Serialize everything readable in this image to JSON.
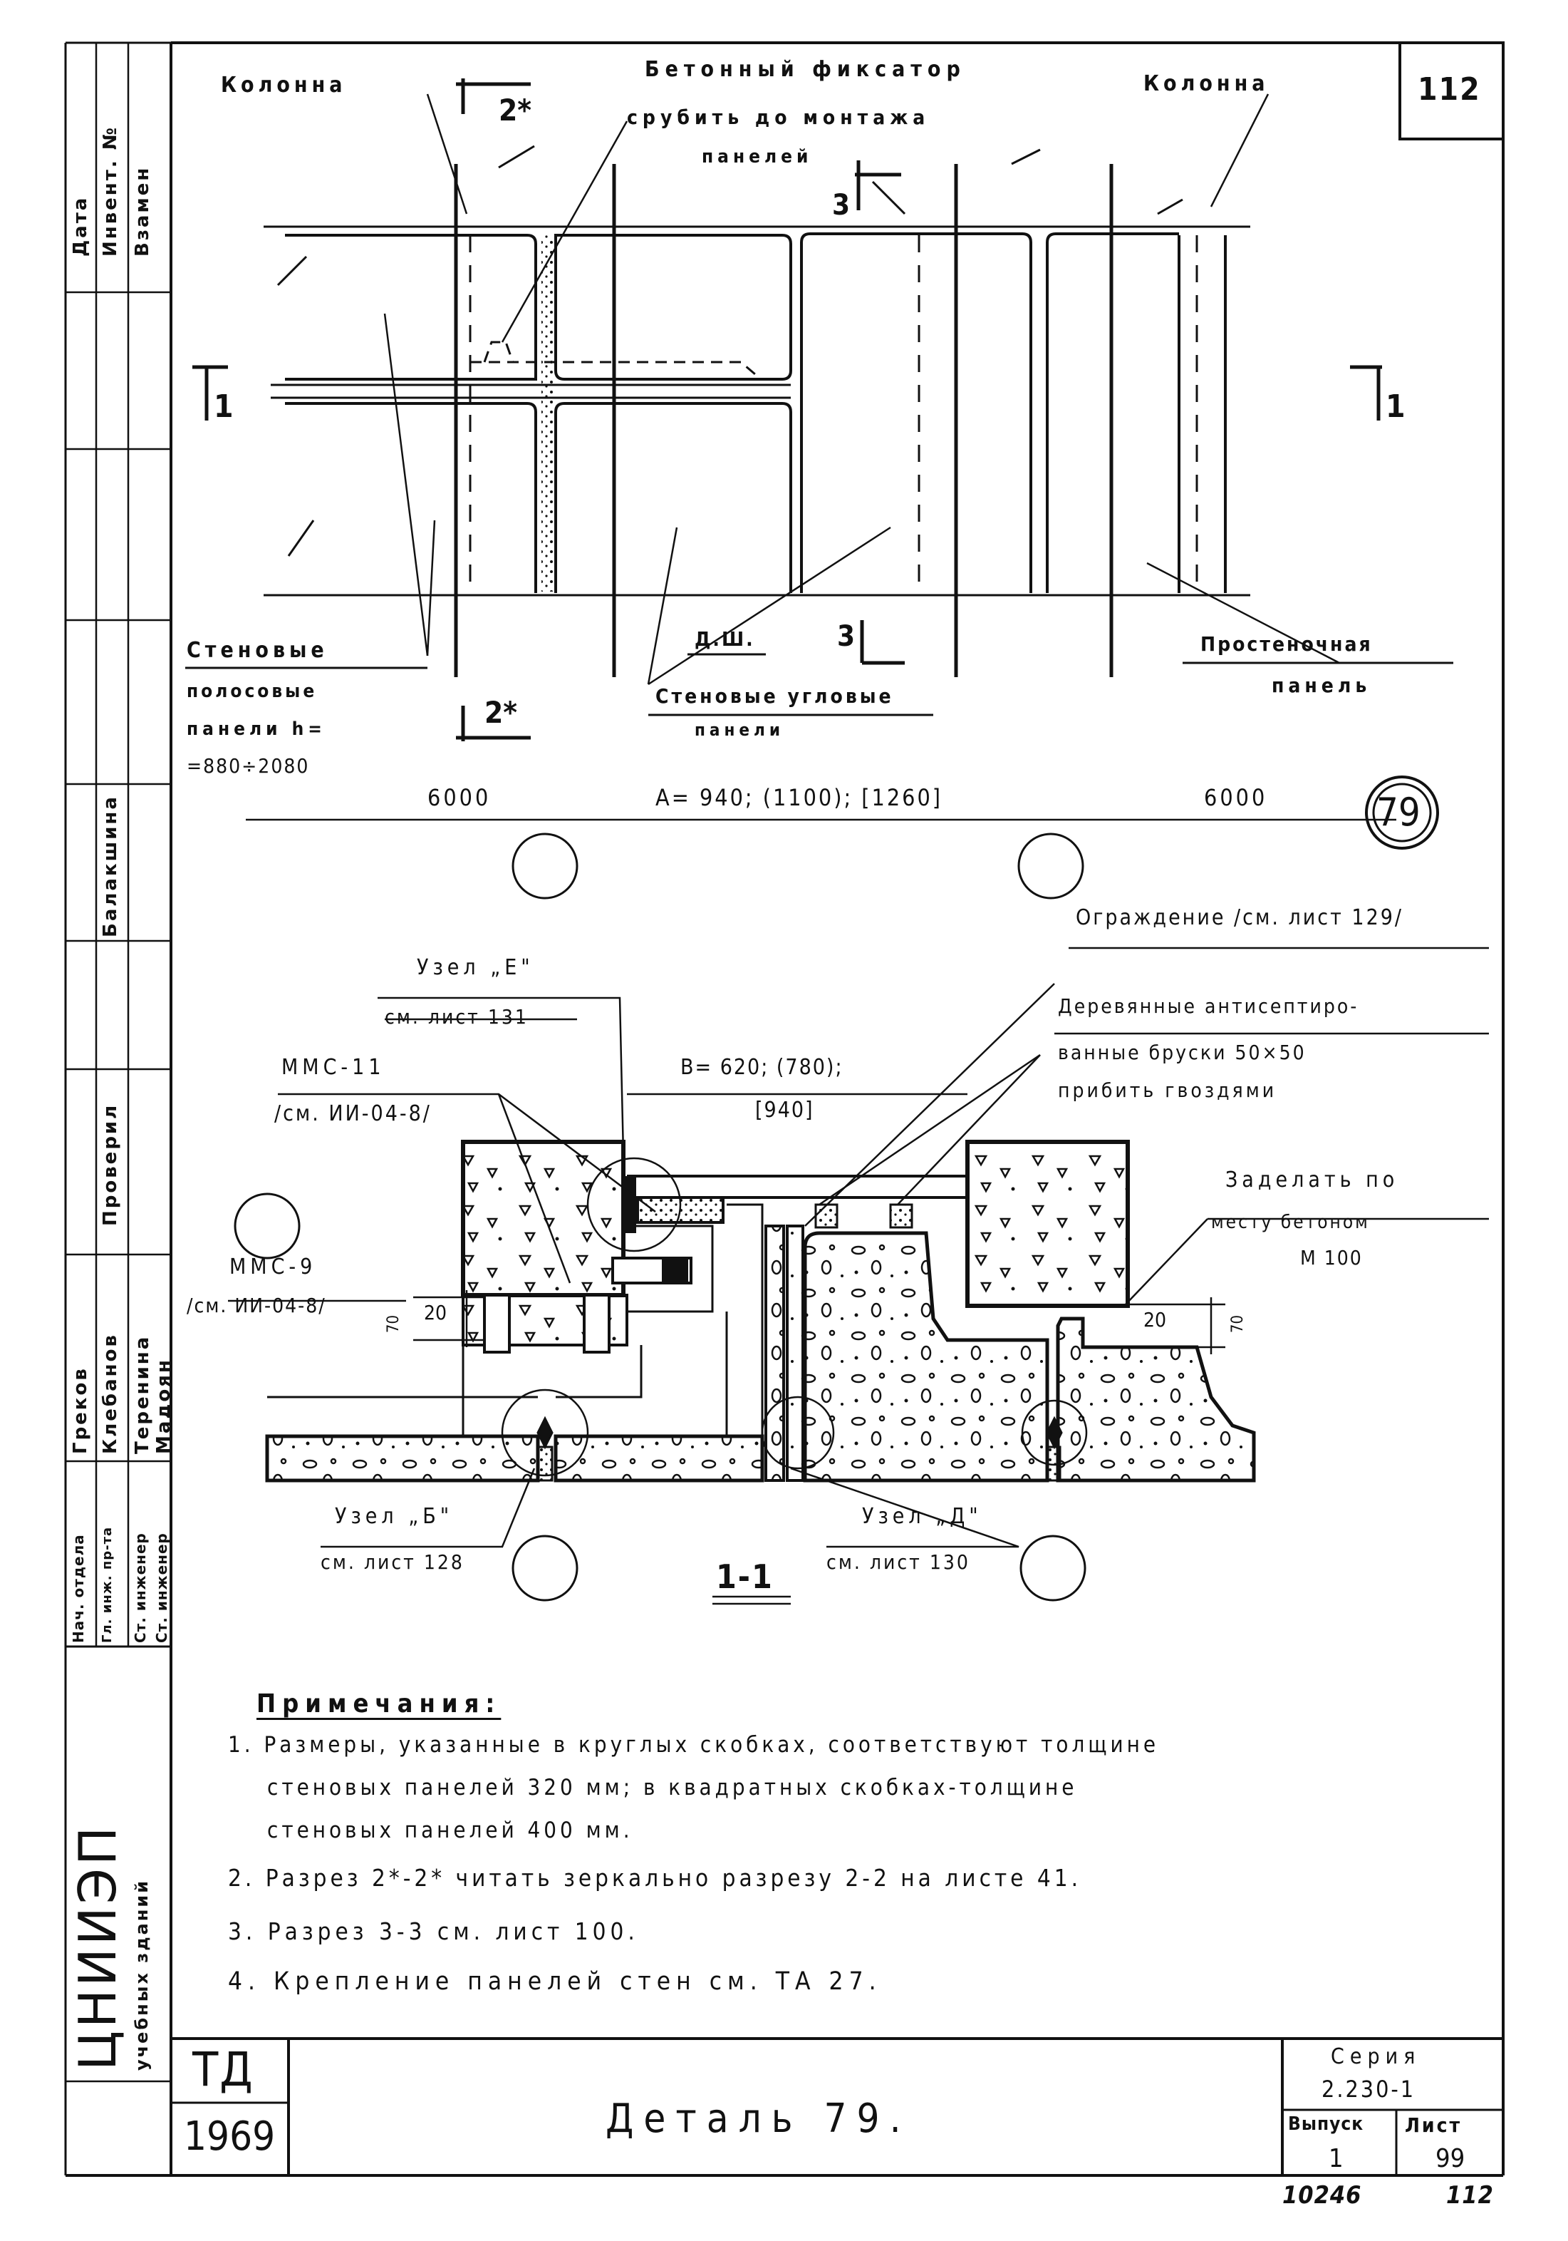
{
  "sheet": {
    "sheet_corner_number": "112",
    "detail_badge": "79",
    "bottom_left_code": "10246",
    "bottom_right_code": "112"
  },
  "plan": {
    "label_column_left": "Колонна",
    "label_column_right": "Колонна",
    "label_fixator_line1": "Бетонный фиксатор",
    "label_fixator_line2": "срубить до монтажа",
    "label_fixator_line3": "панелей",
    "section_2_top": "2*",
    "section_2_bottom": "2*",
    "section_3_top": "3",
    "section_3_bottom": "3",
    "section_1_left": "1",
    "section_1_right": "1",
    "label_dsh": "Д.Ш.",
    "label_wall_strip_line1": "Стеновые",
    "label_wall_strip_line2": "полосовые",
    "label_wall_strip_line3": "панели h=",
    "label_wall_strip_line4": "=880÷2080",
    "label_corner_line1": "Стеновые угловые",
    "label_corner_line2": "панели",
    "label_pier_line1": "Простеночная",
    "label_pier_line2": "панель",
    "dim_left": "6000",
    "dim_middle": "А= 940; (1100); [1260]",
    "dim_right": "6000"
  },
  "section": {
    "node_e_line1": "Узел „Е\"",
    "node_e_line2": "см. лист 131",
    "mms11_line1": "ММС-11",
    "mms11_line2": "/см. ИИ-04-8/",
    "b_dim_line1": "В= 620; (780);",
    "b_dim_line2": "[940]",
    "fence": "Ограждение /см. лист 129/",
    "bars_line1": "Деревянные антисептиро-",
    "bars_line2": "ванные бруски 50×50",
    "bars_line3": "прибить гвоздями",
    "concrete_line1": "Заделать по",
    "concrete_line2": "месту бетоном",
    "concrete_line3": "М 100",
    "mms9_line1": "ММС-9",
    "mms9_line2": "/см. ИИ-04-8/",
    "dim_20_left": "20",
    "dim_70_left": "70",
    "dim_20_right": "20",
    "dim_70_right": "70",
    "node_b_line1": "Узел „Б\"",
    "node_b_line2": "см. лист 128",
    "node_d_line1": "Узел „Д\"",
    "node_d_line2": "см. лист 130",
    "section_title": "1-1"
  },
  "notes": {
    "title": "Примечания:",
    "n1_line1": "1. Размеры, указанные в круглых скобках, соответствуют толщине",
    "n1_line2": "стеновых панелей 320 мм; в квадратных скобках-толщине",
    "n1_line3": "стеновых панелей 400 мм.",
    "n2": "2. Разрез 2*-2* читать зеркально разрезу 2-2 на листе 41.",
    "n3": "3. Разрез 3-3 см. лист 100.",
    "n4": "4. Крепление панелей стен см. ТА 27."
  },
  "title_block": {
    "td": "ТД",
    "year": "1969",
    "drawing_title": "Деталь 79.",
    "series_label": "Серия",
    "series_value": "2.230-1",
    "issue_label": "Выпуск",
    "issue_value": "1",
    "sheet_label": "Лист",
    "sheet_value": "99"
  },
  "side_stamp": {
    "date": "Дата",
    "inv_no": "Инвент. №",
    "replaces": "Взамен",
    "balakshina": "Балакшина",
    "checked": "Проверил",
    "grekov": "Греков",
    "klebanov": "Клебанов",
    "terenina": "Теренина",
    "madoyan": "Мадоян",
    "role1": "Нач. отдела",
    "role2": "Гл. инж. пр-та",
    "role3": "Ст. инженер",
    "role4": "Ст. инженер",
    "org_main": "ЦНИИЭП",
    "org_sub": "учебных зданий"
  }
}
